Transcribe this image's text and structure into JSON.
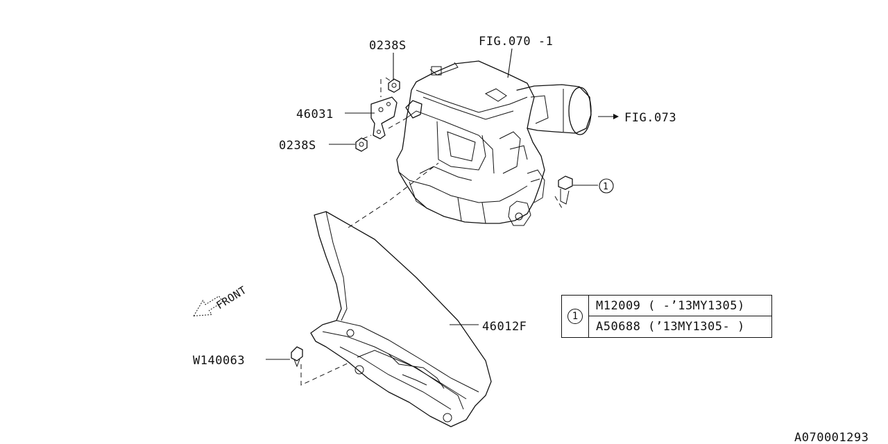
{
  "diagram": {
    "figure_id": "A070001293",
    "labels": {
      "fig_070_1": "FIG.070 -1",
      "fig_073": "FIG.073",
      "part_0238s_top": "0238S",
      "part_46031": "46031",
      "part_0238s_bottom": "0238S",
      "part_46012f": "46012F",
      "part_w140063": "W140063",
      "front": "FRONT",
      "callout_1": "1"
    },
    "legend": {
      "marker": "1",
      "rows": [
        "M12009 ( -’13MY1305)",
        "A50688 (’13MY1305- )"
      ]
    }
  }
}
